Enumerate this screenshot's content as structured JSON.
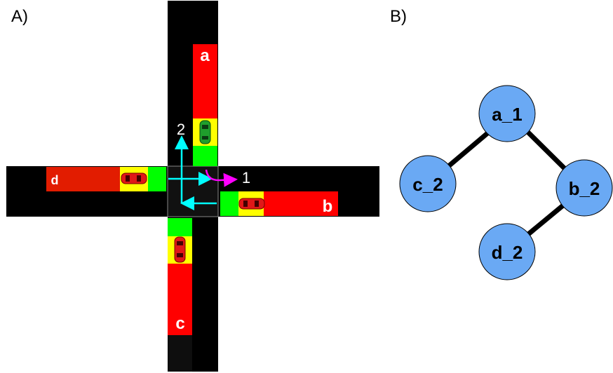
{
  "panels": {
    "a_label": "A)",
    "b_label": "B)"
  },
  "intersection": {
    "lanes": [
      {
        "id": "a",
        "label": "a",
        "approach": "north"
      },
      {
        "id": "b",
        "label": "b",
        "approach": "east"
      },
      {
        "id": "c",
        "label": "c",
        "approach": "south"
      },
      {
        "id": "d",
        "label": "d",
        "approach": "west"
      }
    ],
    "movements": [
      {
        "label": "1",
        "color": "#ff00ff"
      },
      {
        "label": "2",
        "color": "#00ffff"
      }
    ],
    "colors": {
      "road": "#000000",
      "box": "#111111",
      "queue_red": "#ff0000",
      "queue_yellow": "#ffff00",
      "queue_green": "#00ff00",
      "arrow_cyan": "#00ffff",
      "arrow_magenta": "#ff00ff"
    }
  },
  "graph": {
    "nodes": [
      {
        "id": "a_1",
        "label": "a_1"
      },
      {
        "id": "c_2",
        "label": "c_2"
      },
      {
        "id": "b_2",
        "label": "b_2"
      },
      {
        "id": "d_2",
        "label": "d_2"
      }
    ],
    "edges": [
      {
        "from": "a_1",
        "to": "c_2"
      },
      {
        "from": "a_1",
        "to": "b_2"
      },
      {
        "from": "b_2",
        "to": "d_2"
      }
    ],
    "node_color": "#6aa9f4"
  }
}
